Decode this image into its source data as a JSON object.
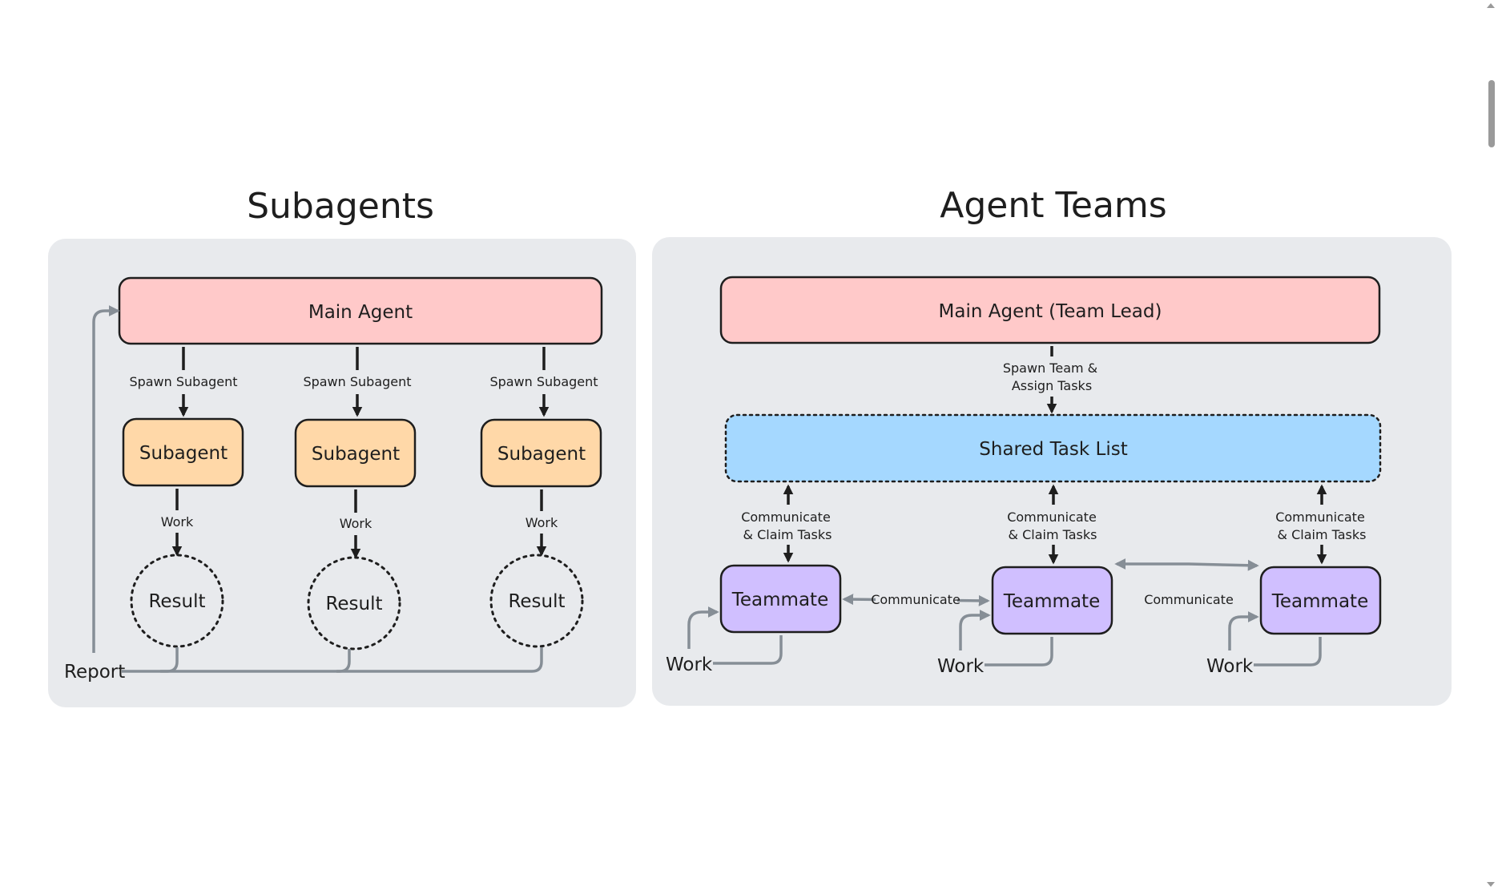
{
  "colors": {
    "panel": "#e8eaed",
    "main_agent": "#ffc9c9",
    "subagent": "#ffd8a8",
    "shared_task_list": "#a5d8ff",
    "teammate": "#d0bfff",
    "stroke": "#1e1e1e",
    "flow": "#868e96"
  },
  "subagents": {
    "title": "Subagents",
    "main_agent": "Main Agent",
    "spawn_label": "Spawn Subagent",
    "subagent_label": "Subagent",
    "work_label": "Work",
    "result_label": "Result",
    "report_label": "Report"
  },
  "agent_teams": {
    "title": "Agent Teams",
    "main_agent": "Main Agent (Team Lead)",
    "spawn_label_line1": "Spawn Team &",
    "spawn_label_line2": "Assign Tasks",
    "shared_task_list": "Shared Task List",
    "claim_label_line1": "Communicate",
    "claim_label_line2": "& Claim Tasks",
    "teammate_label": "Teammate",
    "communicate_label": "Communicate",
    "work_label": "Work"
  }
}
